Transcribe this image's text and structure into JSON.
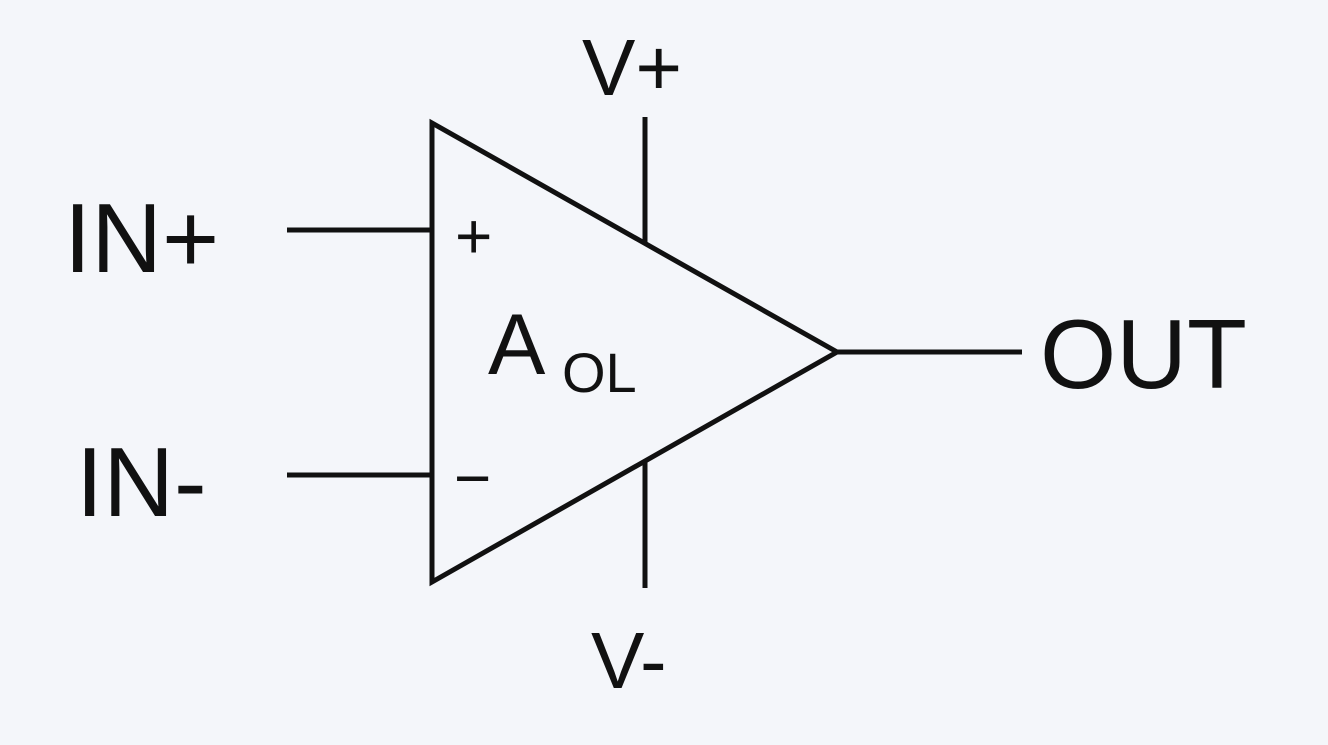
{
  "diagram": {
    "labels": {
      "in_plus": "IN+",
      "in_minus": "IN-",
      "v_plus": "V+",
      "v_minus": "V-",
      "out": "OUT",
      "gain_main": "A",
      "gain_sub": "OL"
    },
    "pin_signs": {
      "plus": "+",
      "minus": "−"
    }
  }
}
